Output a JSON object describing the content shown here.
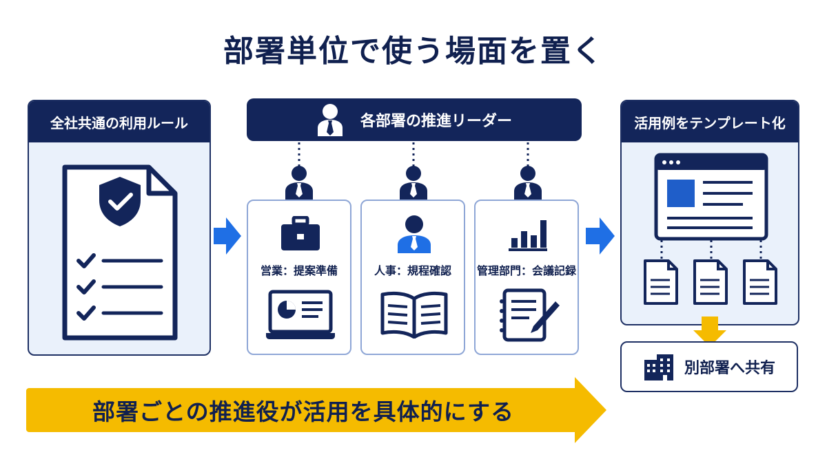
{
  "title": "部署単位で使う場面を置く",
  "left_panel": {
    "title": "全社共通の利用ルール"
  },
  "leaders": {
    "title": "各部署の推進リーダー",
    "departments": [
      {
        "label": "営業：提案準備"
      },
      {
        "label": "人事：規程確認"
      },
      {
        "label": "管理部門：会議記録"
      }
    ]
  },
  "right_panel": {
    "title": "活用例をテンプレート化"
  },
  "share": {
    "label": "別部署へ共有"
  },
  "banner": {
    "text": "部署ごとの推進役が活用を具体的にする"
  },
  "colors": {
    "navy": "#13255a",
    "blue": "#1f6fe5",
    "yellow": "#f5bb00",
    "panel_bg": "#eaf1fb"
  }
}
